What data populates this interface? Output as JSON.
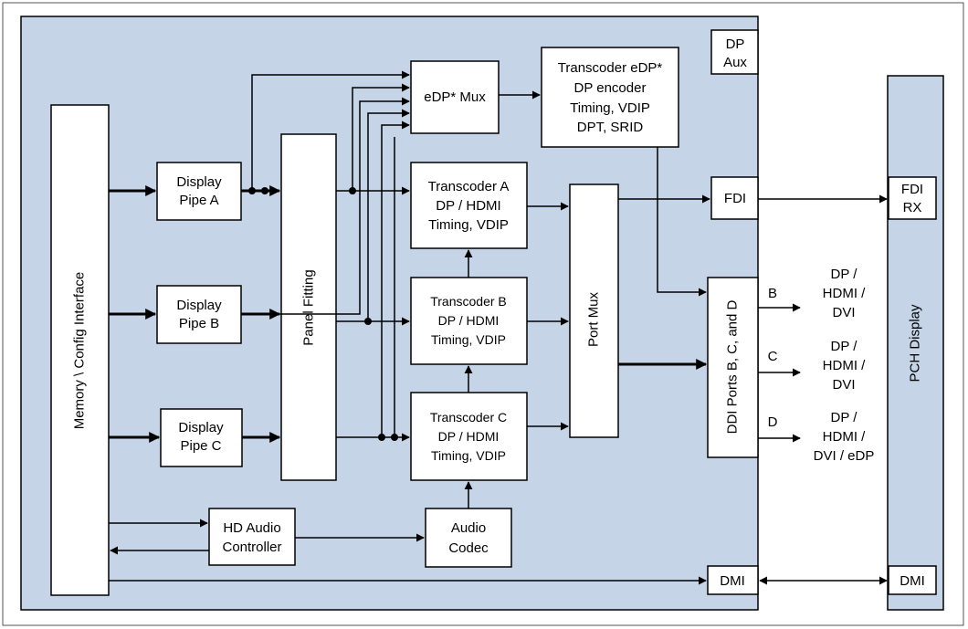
{
  "colors": {
    "chip_fill": "#c5d4e6",
    "block_fill": "#ffffff",
    "line": "#000000"
  },
  "blocks": {
    "memory_config": "Memory \\ Config Interface",
    "pipe_a": [
      "Display",
      "Pipe A"
    ],
    "pipe_b": [
      "Display",
      "Pipe B"
    ],
    "pipe_c": [
      "Display",
      "Pipe C"
    ],
    "panel_fitting": "Panel Fitting",
    "edp_mux": "eDP* Mux",
    "transcoder_edp": [
      "Transcoder eDP*",
      "DP encoder",
      "Timing, VDIP",
      "DPT, SRID"
    ],
    "transcoder_a": [
      "Transcoder A",
      "DP / HDMI",
      "Timing, VDIP"
    ],
    "transcoder_b": [
      "Transcoder B",
      "DP / HDMI",
      "Timing, VDIP"
    ],
    "transcoder_c": [
      "Transcoder C",
      "DP / HDMI",
      "Timing, VDIP"
    ],
    "port_mux": "Port Mux",
    "dp_aux": [
      "DP",
      "Aux"
    ],
    "fdi": "FDI",
    "ddi_ports": "DDI Ports B, C, and D",
    "hd_audio": [
      "HD Audio",
      "Controller"
    ],
    "audio_codec": [
      "Audio",
      "Codec"
    ],
    "dmi": "DMI",
    "pch_display": "PCH Display",
    "fdi_rx": [
      "FDI",
      "RX"
    ],
    "pch_dmi": "DMI"
  },
  "outputs": {
    "b": {
      "port": "B",
      "label": [
        "DP /",
        "HDMI /",
        "DVI"
      ]
    },
    "c": {
      "port": "C",
      "label": [
        "DP /",
        "HDMI /",
        "DVI"
      ]
    },
    "d": {
      "port": "D",
      "label": [
        "DP /",
        "HDMI /",
        "DVI / eDP"
      ]
    }
  }
}
